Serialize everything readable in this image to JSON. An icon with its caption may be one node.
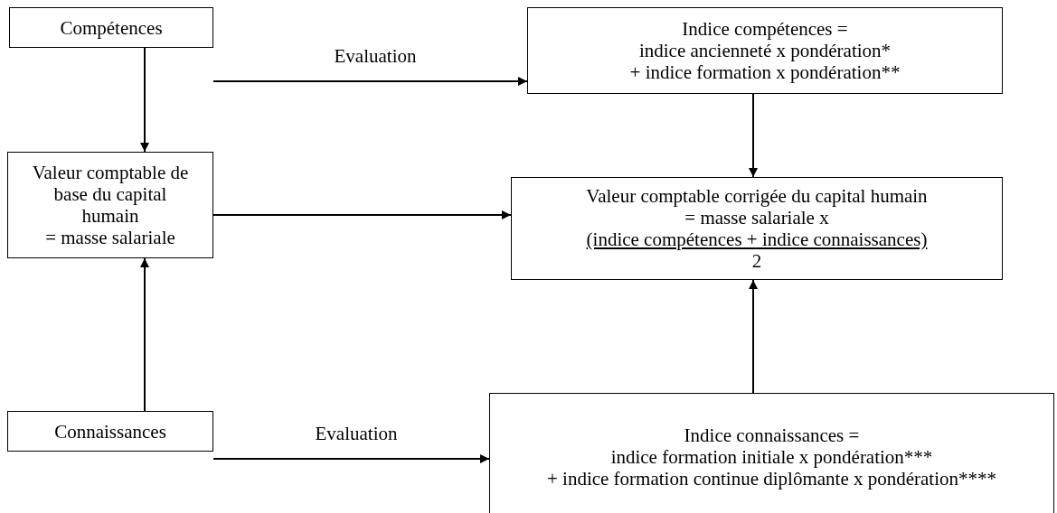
{
  "diagram": {
    "nodes": [
      {
        "text": [
          "Compétences"
        ]
      },
      {
        "text": [
          "Indice compétences =",
          "indice ancienneté x pondération*",
          "+ indice formation x pondération**"
        ]
      },
      {
        "text": [
          "Valeur comptable de base du capital humain",
          "= masse salariale"
        ]
      },
      {
        "text": [
          "Valeur comptable corrigée du capital humain",
          "= masse salariale x",
          "(indice compétences + indice connaissances)",
          "2"
        ]
      },
      {
        "text": [
          "Connaissances"
        ]
      },
      {
        "text": [
          "Indice connaissances =",
          "indice formation initiale x pondération***",
          "+ indice formation continue diplômante x pondération****"
        ]
      }
    ],
    "edges": [
      {
        "from": 0,
        "to": 1,
        "arrow": "to",
        "label": "Evaluation"
      },
      {
        "from": 0,
        "to": 2,
        "arrow": "to"
      },
      {
        "from": 1,
        "to": 3,
        "arrow": "to"
      },
      {
        "from": 2,
        "to": 3,
        "arrow": "to"
      },
      {
        "from": 4,
        "to": 2,
        "arrow": "to"
      },
      {
        "from": 5,
        "to": 3,
        "arrow": "to"
      },
      {
        "from": 4,
        "to": 5,
        "arrow": "to",
        "label": "Evaluation"
      }
    ]
  }
}
